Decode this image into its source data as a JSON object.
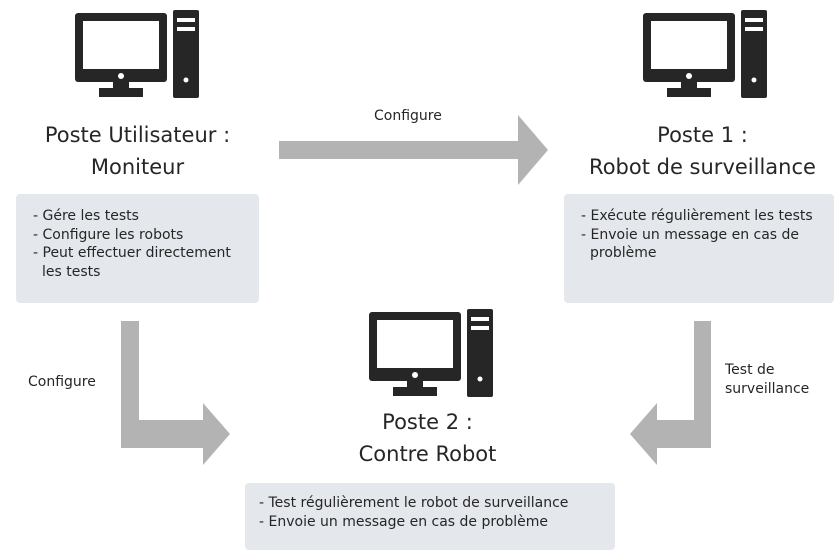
{
  "nodes": {
    "user": {
      "title_line1": "Poste Utilisateur :",
      "title_line2": "Moniteur",
      "tasks": [
        "- Gére les tests",
        "- Configure les robots",
        "- Peut effectuer directement",
        "les tests"
      ]
    },
    "post1": {
      "title_line1": "Poste 1 :",
      "title_line2": "Robot de surveillance",
      "tasks": [
        "- Exécute régulièrement les tests",
        "- Envoie un message en cas de",
        "problème"
      ]
    },
    "post2": {
      "title_line1": "Poste 2 :",
      "title_line2": "Contre Robot",
      "tasks": [
        "- Test régulièrement le robot de surveillance",
        "- Envoie un message en cas de problème"
      ]
    }
  },
  "edges": {
    "top": {
      "label": "Configure"
    },
    "left": {
      "label": "Configure"
    },
    "right": {
      "label_line1": "Test de",
      "label_line2": "surveillance"
    }
  },
  "colors": {
    "icon": "#262626",
    "arrow": "#b3b3b3",
    "box": "#e4e7ec"
  },
  "icons": {
    "computer": "desktop-computer-icon"
  }
}
